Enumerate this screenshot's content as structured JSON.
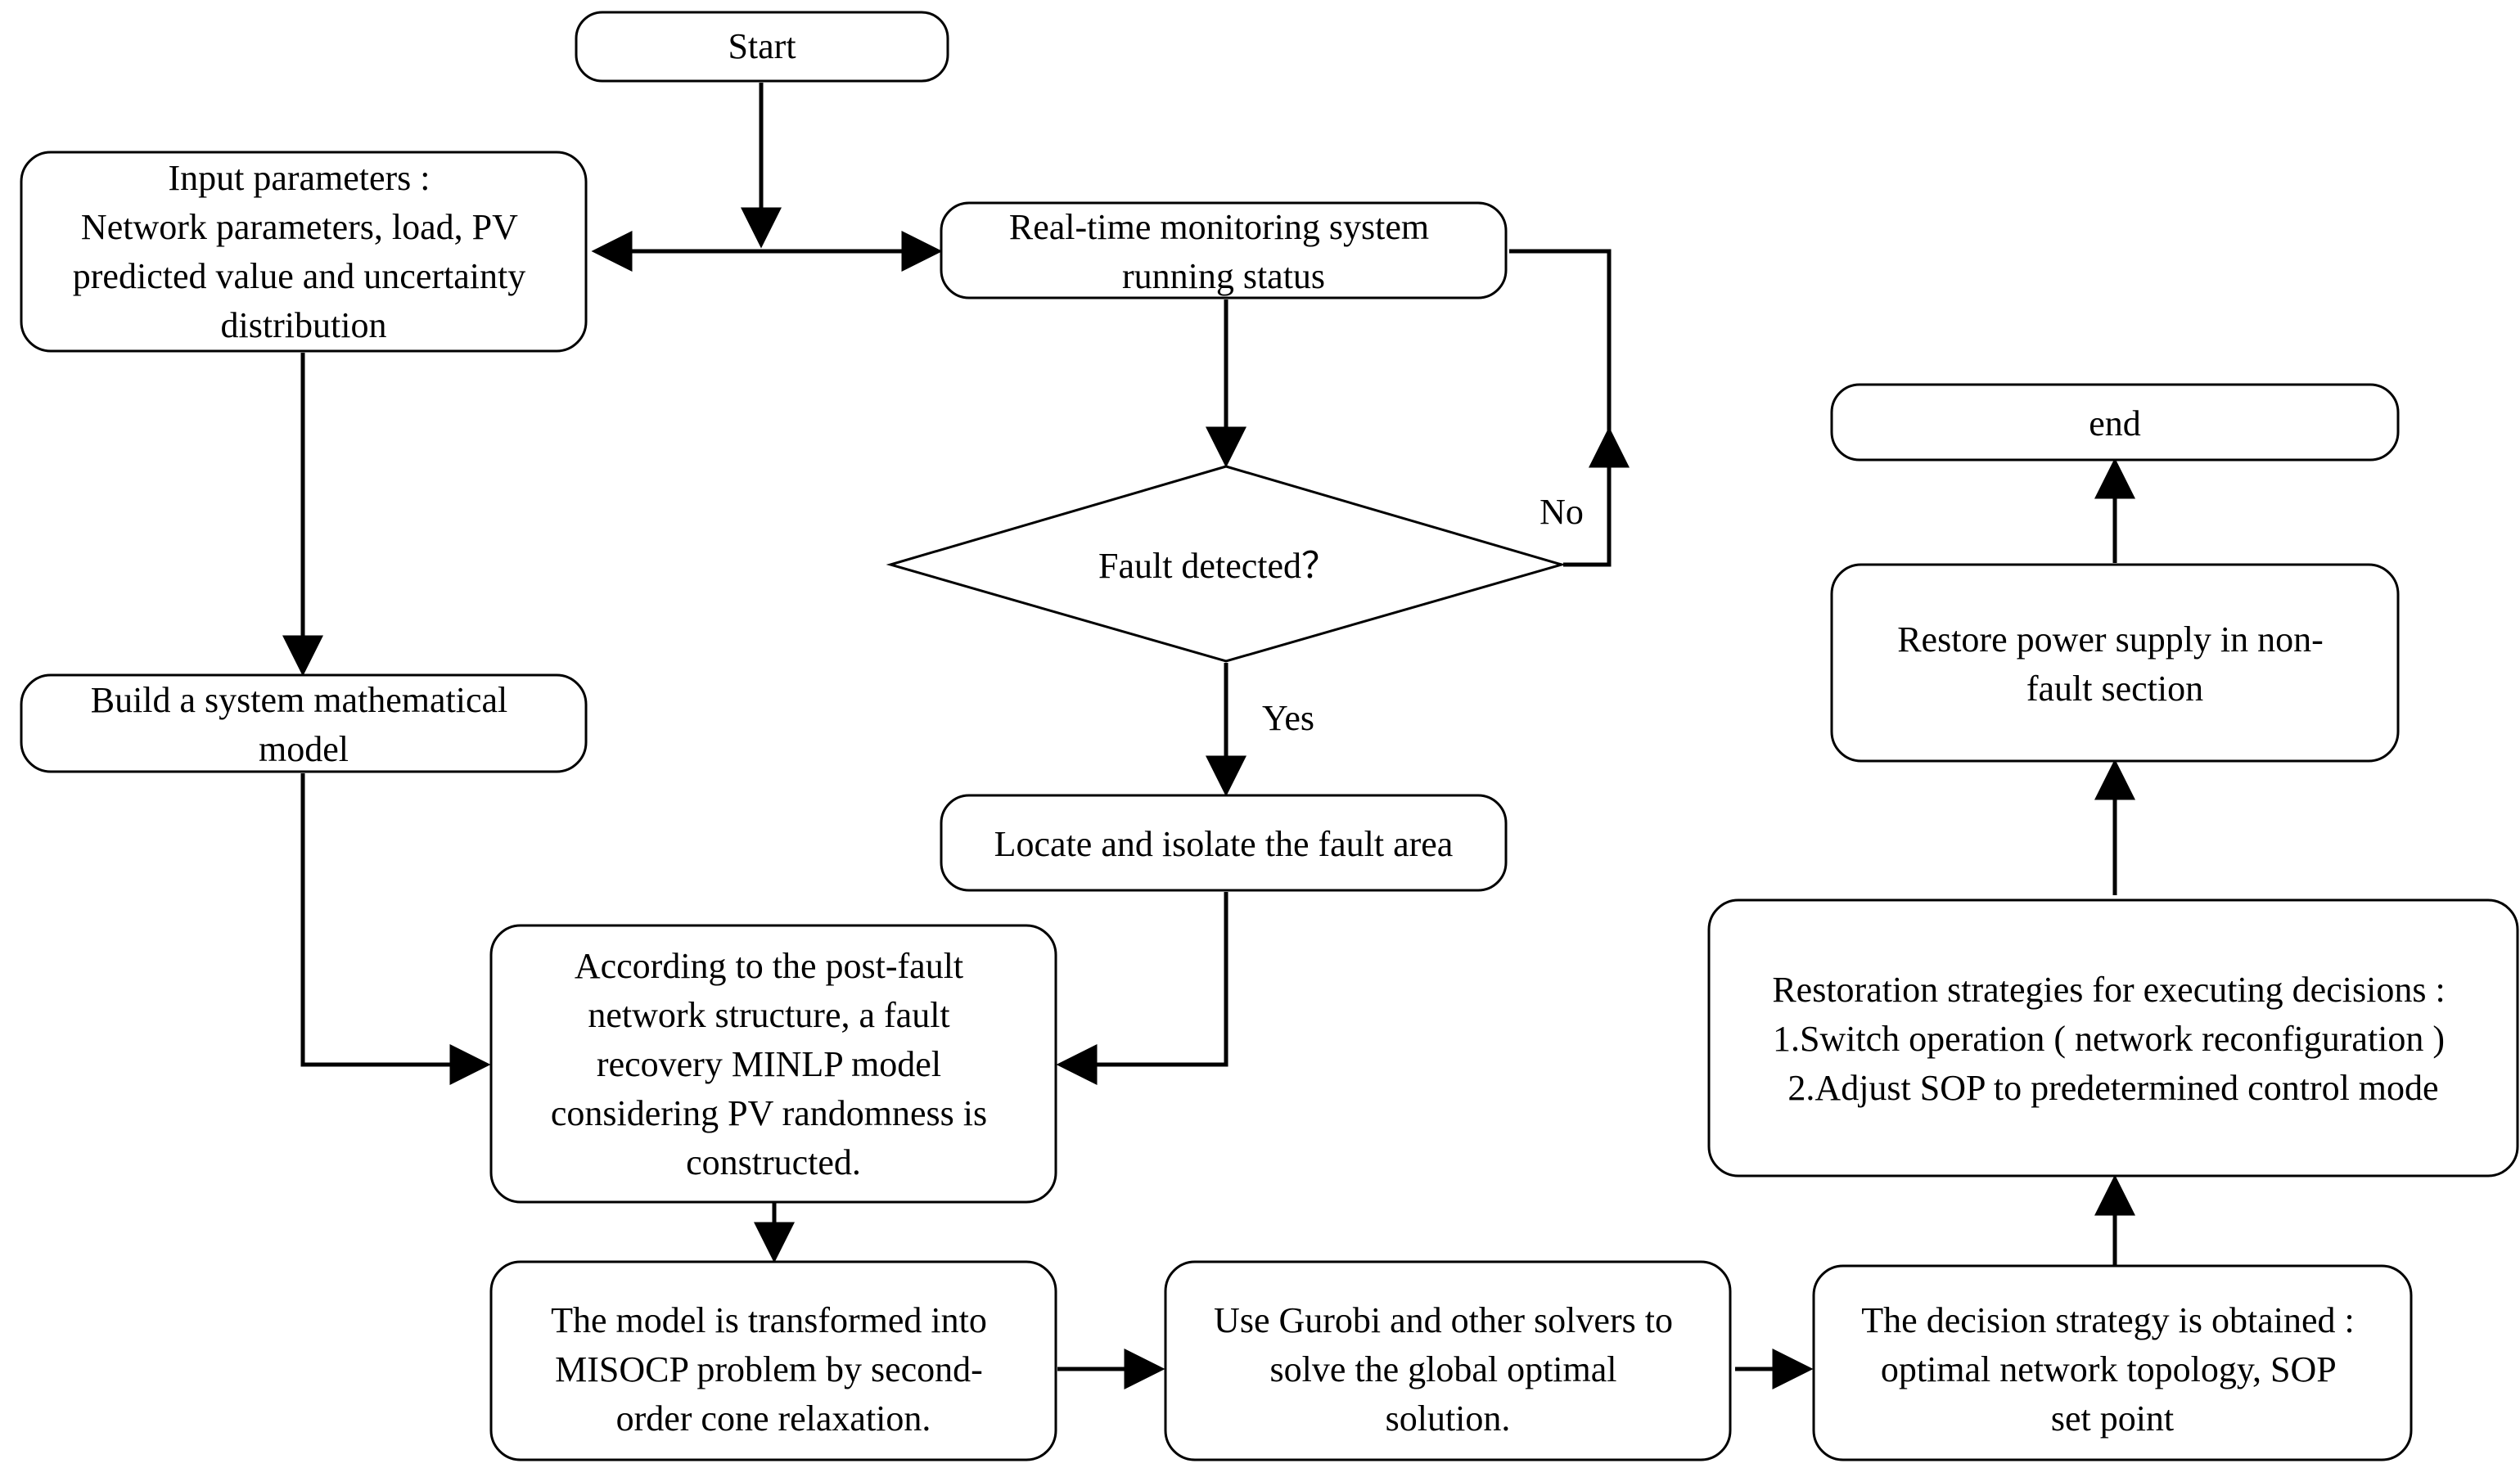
{
  "colors": {
    "stroke": "#000000",
    "fill": "#ffffff",
    "text": "#000000"
  },
  "nodes": {
    "start": {
      "label": "Start"
    },
    "input": {
      "lines": [
        "Input parameters :",
        "Network parameters, load, PV",
        "predicted value and uncertainty",
        "distribution"
      ]
    },
    "monitor": {
      "lines": [
        "Real-time monitoring system",
        "running status"
      ]
    },
    "decision": {
      "label": "Fault detected？"
    },
    "build": {
      "lines": [
        "Build a system mathematical",
        "model"
      ]
    },
    "locate": {
      "label": "Locate and isolate the fault area"
    },
    "minlp": {
      "lines": [
        "According to the post-fault",
        "network structure, a fault",
        "recovery MINLP model",
        "considering PV randomness is",
        "constructed."
      ]
    },
    "misocp": {
      "lines": [
        "The model is transformed into",
        "MISOCP problem by second-",
        "order cone relaxation."
      ]
    },
    "gurobi": {
      "lines": [
        "Use Gurobi and other solvers to",
        "solve the global optimal",
        "solution."
      ]
    },
    "strategy": {
      "lines": [
        "The decision strategy is obtained :",
        "optimal network topology, SOP",
        "set point"
      ]
    },
    "restoration": {
      "lines": [
        "Restoration strategies for executing decisions :",
        "1.Switch operation ( network reconfiguration )",
        "2.Adjust SOP to predetermined control mode"
      ]
    },
    "restore": {
      "lines": [
        "Restore power supply in non-",
        "fault section"
      ]
    },
    "end": {
      "label": "end"
    }
  },
  "edges": {
    "no_label": "No",
    "yes_label": "Yes"
  }
}
